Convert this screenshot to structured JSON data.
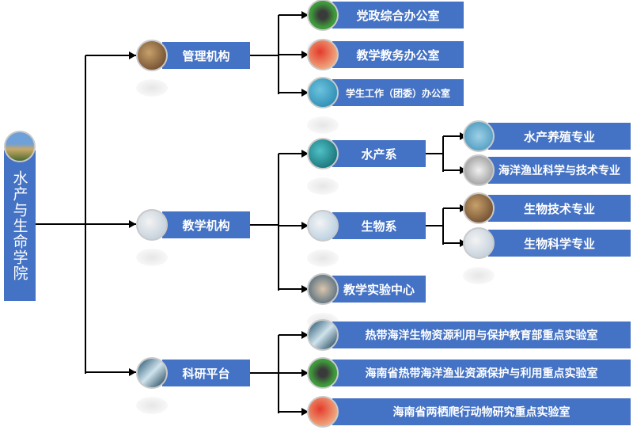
{
  "root": {
    "label": "水产与生命学院"
  },
  "level1": [
    {
      "label": "管理机构",
      "children": [
        {
          "label": "党政综合办公室"
        },
        {
          "label": "教学教务办公室"
        },
        {
          "label": "学生工作（团委）办公室"
        }
      ]
    },
    {
      "label": "教学机构",
      "children": [
        {
          "label": "水产系",
          "children": [
            {
              "label": "水产养殖专业"
            },
            {
              "label": "海洋渔业科学与技术专业"
            }
          ]
        },
        {
          "label": "生物系",
          "children": [
            {
              "label": "生物技术专业"
            },
            {
              "label": "生物科学专业"
            }
          ]
        },
        {
          "label": "教学实验中心"
        }
      ]
    },
    {
      "label": "科研平台",
      "children": [
        {
          "label": "热带海洋生物资源利用与保护教育部重点实验室"
        },
        {
          "label": "海南省热带海洋渔业资源保护与利用重点实验室"
        },
        {
          "label": "海南省两栖爬行动物研究重点实验室"
        }
      ]
    }
  ],
  "colors": {
    "box": "#4472c4",
    "connector": "#000000"
  }
}
